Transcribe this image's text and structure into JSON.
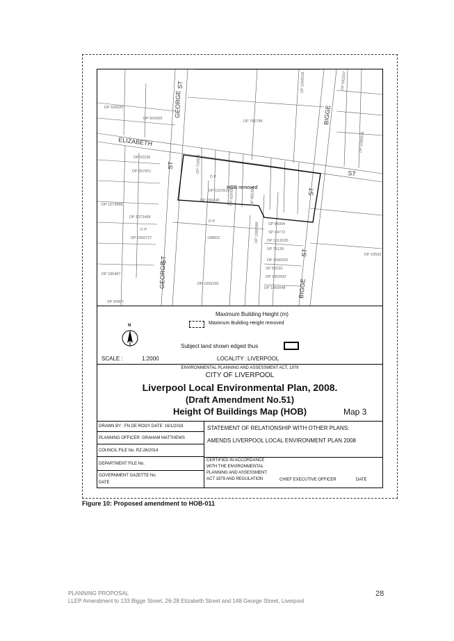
{
  "map": {
    "street_labels": [
      "GEORGE",
      "ST",
      "ELIZABETH",
      "ST",
      "BIGGE",
      "ST",
      "GEORGE",
      "ST",
      "BIGGE",
      "ST",
      "ST"
    ],
    "annotation": "HOB removed",
    "lot_labels": [
      "DP 626020",
      "DP 504266",
      "DP 782798",
      "DP 1068228",
      "DP 62230",
      "DP 657821",
      "DP 716633",
      "DP 1022619",
      "DP 236248",
      "D P",
      "DP 625559",
      "DP 882208",
      "DP 1073888",
      "DP 1072468",
      "DP 1066727",
      "D P",
      "D P",
      "198602",
      "DP 1086989",
      "SP 84394",
      "SP 64772",
      "DP 1012020",
      "SP 75139",
      "DP 1096292",
      "SP 58233",
      "DP 1052587",
      "DP 1060048",
      "DP 1005296",
      "DP 236487",
      "SP 60907",
      "DP 592307",
      "DP 1066524",
      "DP 10562"
    ]
  },
  "legend": {
    "heading": "Maximum Building Height (m)",
    "removed_label": "Maximum Building Height removed",
    "subject_label": "Subject land shown edged thus",
    "north": "N",
    "scale_label": "SCALE :",
    "scale_value": "1:2000",
    "locality_label": "LOCALITY :",
    "locality_value": "LIVERPOOL"
  },
  "title_block": {
    "act": "ENVIRONMENTAL PLANNING AND ASSESSMENT ACT, 1979",
    "council": "CITY OF LIVERPOOL",
    "plan": "Liverpool Local Environmental Plan, 2008.",
    "amendment": "(Draft Amendment No.51)",
    "map_title": "Height Of Buildings Map (HOB)",
    "map_number": "Map 3"
  },
  "info": {
    "drawn_by": "DRAWN BY :  FN DE ROOY     DATE:  16/1/2018",
    "planning_officer": "PLANNING OFFICER:   GRAHAM MATTHEWS",
    "council_file": "COUNCIL FILE No.    RZ-26/2014",
    "department_file": "DEPARTMENT FILE No.",
    "gazette": "GOVERNMENT GAZETTE No.",
    "date": "DATE",
    "statement": "STATEMENT OF RELATIONSHIP WITH OTHER PLANS:",
    "amends": "AMENDS LIVERPOOL LOCAL ENVIRONMENT PLAN 2008",
    "certified_1": "CERTIFIED IN ACCORDANCE",
    "certified_2": "WITH THE ENVIRONMENTAL",
    "certified_3": "PLANNING AND ASSESSMENT",
    "certified_4": "ACT 1979 AND REGULATION",
    "ceo": "CHIEF EXECUTIVE OFFICER",
    "ceo_date": "DATE"
  },
  "caption": "Figure 10: Proposed amendment to HOB-011",
  "footer": {
    "line1": "PLANNING PROPOSAL",
    "line2": "LLEP Amendment to 133 Bigge Street, 26-28 Elizabeth Street and 148 George Street, Liverpool",
    "page": "28"
  }
}
